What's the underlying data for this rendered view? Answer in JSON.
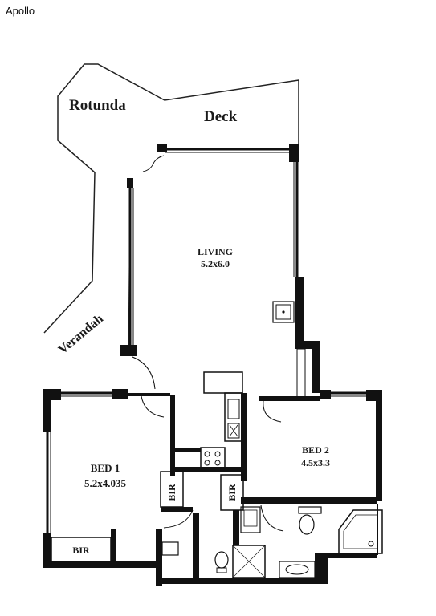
{
  "page_title": "Apollo",
  "labels": {
    "rotunda": "Rotunda",
    "deck": "Deck",
    "verandah": "Verandah",
    "living_name": "LIVING",
    "living_size": "5.2x6.0",
    "bed1_name": "BED 1",
    "bed1_size": "5.2x4.035",
    "bed2_name": "BED 2",
    "bed2_size": "4.5x3.3",
    "bir": "BIR"
  }
}
